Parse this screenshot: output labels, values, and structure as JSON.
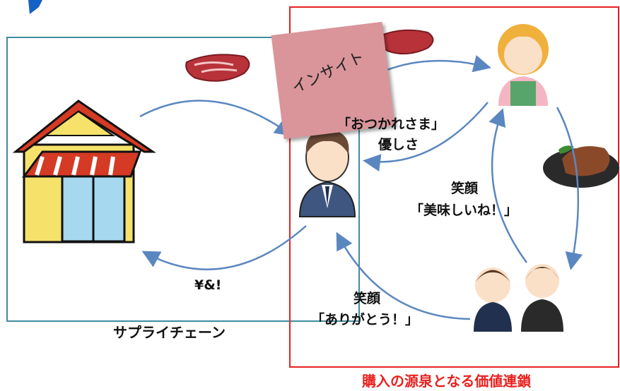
{
  "labels": {
    "insight": "インサイト",
    "tired": "「おつかれさま」",
    "kindness": "優しさ",
    "smile1": "笑顔",
    "delicious": "「美味しいね！」",
    "smile2": "笑顔",
    "thanks": "「ありがとう！」",
    "money": "¥&!",
    "supply_chain": "サプライチェーン",
    "value_chain": "購入の源泉となる価値連鎖"
  },
  "colors": {
    "supply_box": "#3f8d9f",
    "value_box": "#e8211f",
    "arrow": "#5b87c0",
    "sticky": "#d9959a"
  }
}
